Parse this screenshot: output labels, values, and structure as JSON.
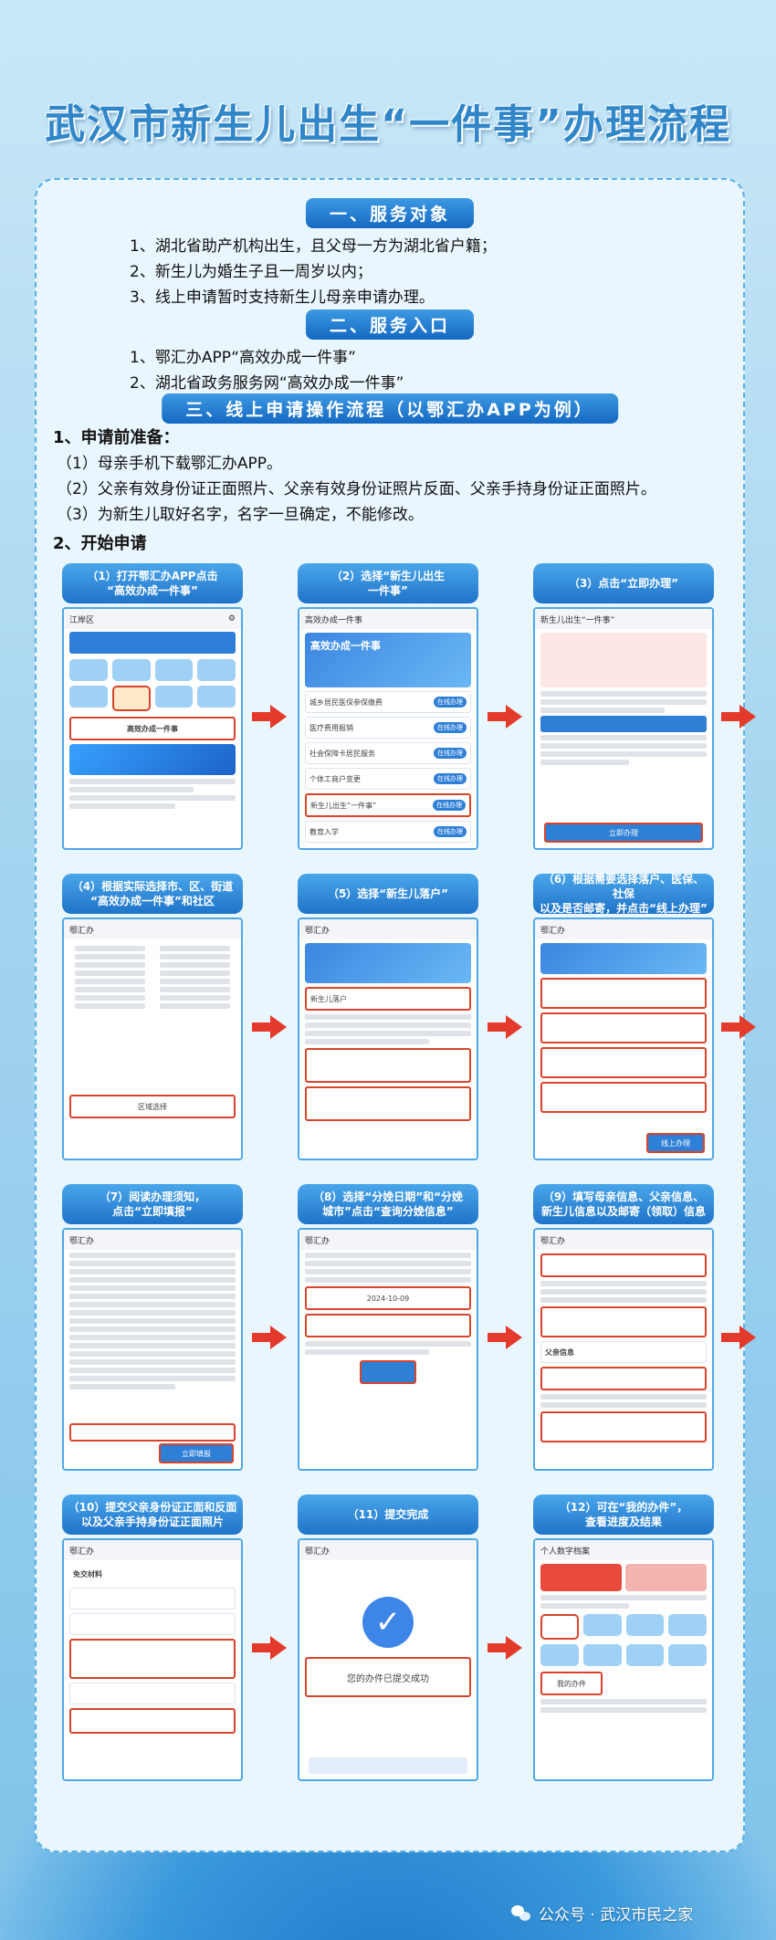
{
  "title": "武汉市新生儿出生“一件事”办理流程",
  "section1": {
    "heading": "一、服务对象",
    "items": [
      "1、湖北省助产机构出生，且父母一方为湖北省户籍；",
      "2、新生儿为婚生子且一周岁以内；",
      "3、线上申请暂时支持新生儿母亲申请办理。"
    ]
  },
  "section2": {
    "heading": "二、服务入口",
    "items": [
      "1、鄂汇办APP“高效办成一件事”",
      "2、湖北省政务服务网“高效办成一件事”"
    ]
  },
  "section3": {
    "heading": "三、线上申请操作流程（以鄂汇办APP为例）",
    "prep_heading": "1、申请前准备：",
    "prep_items": [
      "（1）母亲手机下载鄂汇办APP。",
      "（2）父亲有效身份证正面照片、父亲有效身份证照片反面、父亲手持身份证正面照片。",
      "（3）为新生儿取好名字，名字一旦确定，不能修改。"
    ],
    "start_heading": "2、开始申请"
  },
  "steps": [
    {
      "caption": "（1）打开鄂汇办APP点击\n“高效办成一件事”",
      "screen_title": "江岸区",
      "highlight": "高效办成一件事"
    },
    {
      "caption": "（2）选择“新生儿出生\n一件事”",
      "screen_title": "高效办成一件事",
      "highlight": "新生儿出生“一件事”"
    },
    {
      "caption": "（3）点击“立即办理”",
      "screen_title": "新生儿出生“一件事”",
      "highlight": "立即办理"
    },
    {
      "caption": "（4）根据实际选择市、区、街道\n“高效办成一件事”和社区",
      "screen_title": "鄂汇办",
      "highlight": "区域选择"
    },
    {
      "caption": "（5）选择“新生儿落户”",
      "screen_title": "鄂汇办",
      "highlight": "新生儿落户"
    },
    {
      "caption": "（6）根据需要选择落户、医保、社保\n以及是否邮寄，并点击“线上办理”",
      "screen_title": "鄂汇办",
      "highlight": "线上办理"
    },
    {
      "caption": "（7）阅读办理须知，\n点击“立即填报”",
      "screen_title": "鄂汇办",
      "highlight": "立即填报"
    },
    {
      "caption": "（8）选择“分娩日期”和“分娩\n城市”点击“查询分娩信息”",
      "screen_title": "鄂汇办",
      "highlight": "2024-10-09"
    },
    {
      "caption": "（9）填写母亲信息、父亲信息、\n新生儿信息以及邮寄（领取）信息",
      "screen_title": "鄂汇办",
      "highlight": "父亲信息"
    },
    {
      "caption": "（10）提交父亲身份证正面和反面\n以及父亲手持身份证正面照片",
      "screen_title": "鄂汇办",
      "highlight": "免交材料"
    },
    {
      "caption": "（11）提交完成",
      "screen_title": "鄂汇办",
      "highlight": "您的办件已提交成功"
    },
    {
      "caption": "（12）可在“我的办件”，\n查看进度及结果",
      "screen_title": "个人数字档案",
      "highlight": "我的办件"
    }
  ],
  "footer": "公众号 · 武汉市民之家",
  "colors": {
    "accent": "#1f74c9",
    "arrow": "#e43a2b",
    "highlight": "#d8442b"
  }
}
